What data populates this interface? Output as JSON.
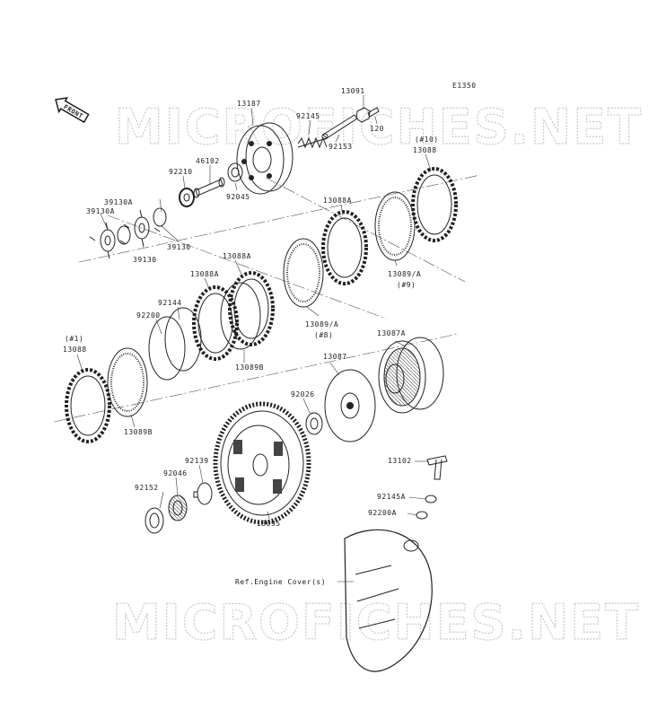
{
  "diagram": {
    "code": "E1350",
    "front_label": "FRONT",
    "watermark_top": "MICROFICHES.NET",
    "watermark_bottom": "MICROFICHES.NET",
    "ref_label": "Ref.Engine Cover(s)"
  },
  "parts": {
    "p13091": "13091",
    "p120": "120",
    "p13187": "13187",
    "p92145": "92145",
    "p92153": "92153",
    "p10": "(#10)",
    "p13088_top": "13088",
    "p46102": "46102",
    "p92210": "92210",
    "p92045": "92045",
    "p13088A_top": "13088A",
    "p39130A_1": "39130A",
    "p39130A_2": "39130A",
    "p39130_1": "39130",
    "p39130_2": "39130",
    "p13088A_mid": "13088A",
    "p13088A_left": "13088A",
    "p13089A_top": "13089/A",
    "p9": "(#9)",
    "p92144": "92144",
    "p92200": "92200",
    "p13089A_mid": "13089/A",
    "p8": "(#8)",
    "p1": "(#1)",
    "p13088_left": "13088",
    "p13089B_mid": "13089B",
    "p13087A": "13087A",
    "p13087": "13087",
    "p13089B_left": "13089B",
    "p92026": "92026",
    "p92139": "92139",
    "p92046": "92046",
    "p92152": "92152",
    "p13095": "13095",
    "p13102": "13102",
    "p92145A": "92145A",
    "p92200A": "92200A"
  }
}
